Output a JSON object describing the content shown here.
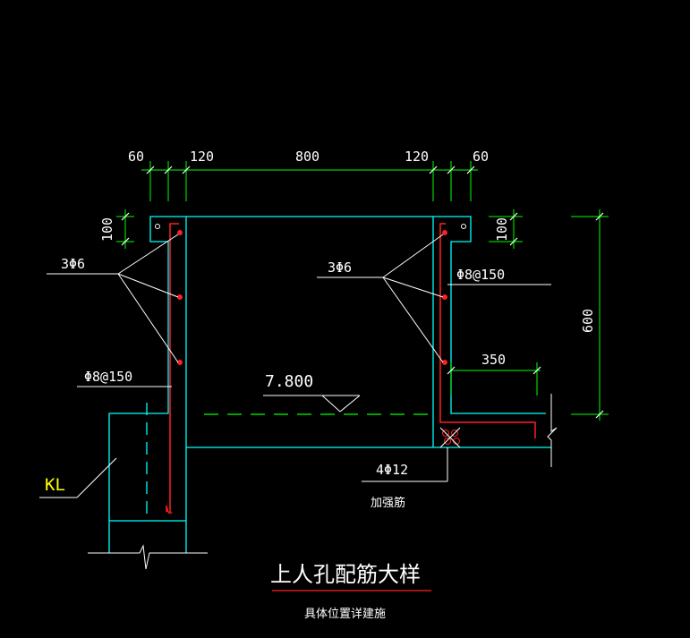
{
  "dimensions": {
    "top": [
      "60",
      "120",
      "800",
      "120",
      "60"
    ],
    "left_height": "100",
    "right_height": "100",
    "total_height": "600",
    "ledge": "350"
  },
  "callouts": {
    "left_bars": "3Φ6",
    "right_bars": "3Φ6",
    "left_stirrup": "Φ8@150",
    "right_stirrup": "Φ8@150",
    "bottom_bars": "4Φ12",
    "bottom_note": "加强筋",
    "beam": "KL"
  },
  "elevation": "7.800",
  "title": {
    "main": "上人孔配筋大样",
    "sub": "具体位置详建施"
  },
  "colors": {
    "background": "#000000",
    "concrete": "#00ffff",
    "dimension": "#00ff00",
    "rebar": "#ff2020",
    "leader": "#ffffff",
    "beam_label": "#ffff00",
    "title_underline": "#ff2020"
  }
}
